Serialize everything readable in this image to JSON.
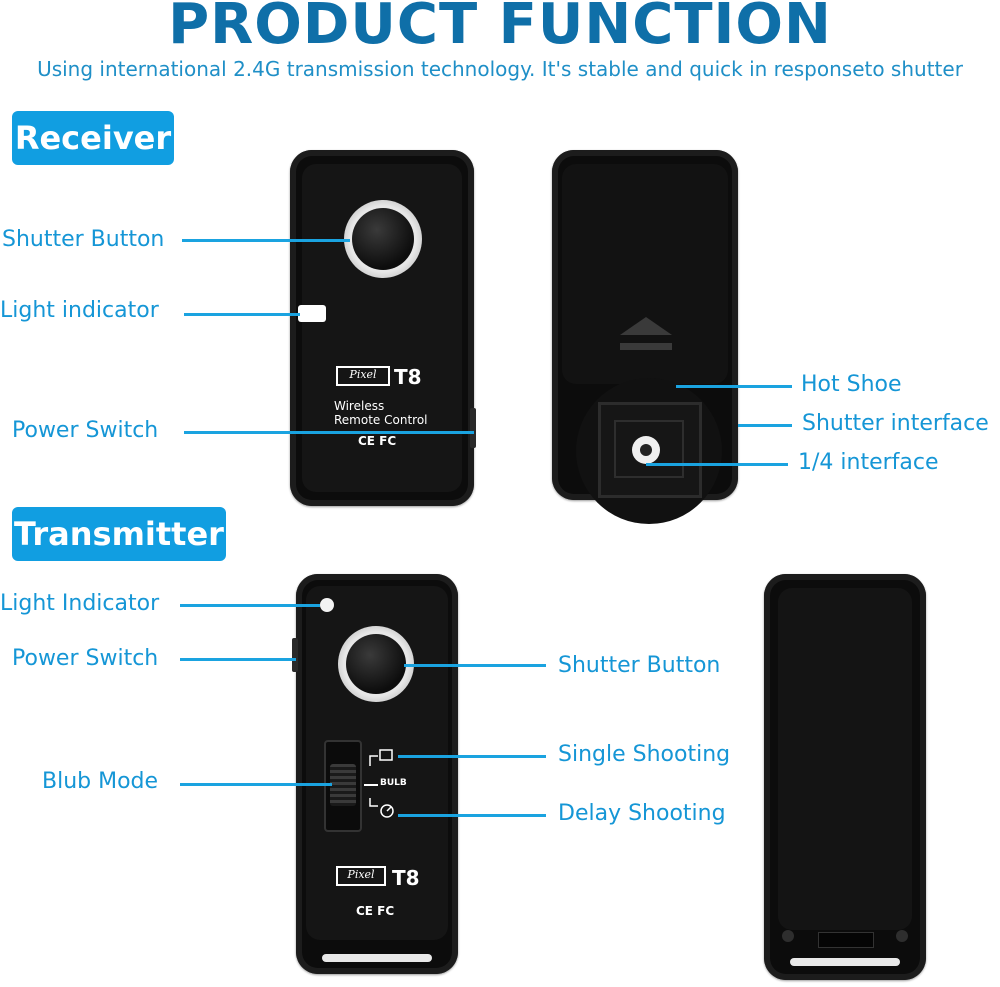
{
  "title": "PRODUCT FUNCTION",
  "subtitle": "Using international 2.4G transmission technology. It's stable and quick in responseto shutter",
  "sections": {
    "receiver": "Receiver",
    "transmitter": "Transmitter"
  },
  "receiver_labels": {
    "shutter_button": "Shutter Button",
    "light_indicator": "Light indicator",
    "power_switch": "Power Switch",
    "hot_shoe": "Hot Shoe",
    "shutter_interface": "Shutter interface",
    "quarter_interface": "1/4 interface"
  },
  "transmitter_labels": {
    "light_indicator": "Light Indicator",
    "power_switch": "Power Switch",
    "blub_mode": "Blub Mode",
    "shutter_button": "Shutter Button",
    "single_shooting": "Single Shooting",
    "delay_shooting": "Delay Shooting"
  },
  "device_text": {
    "brand": "Pixel",
    "model": "T8",
    "wireless_line1": "Wireless",
    "wireless_line2": "Remote Control",
    "certifications": "CE FC",
    "bulb": "BULB"
  },
  "colors": {
    "title": "#0f6fa8",
    "accent": "#119ee1",
    "label": "#1596d6"
  }
}
